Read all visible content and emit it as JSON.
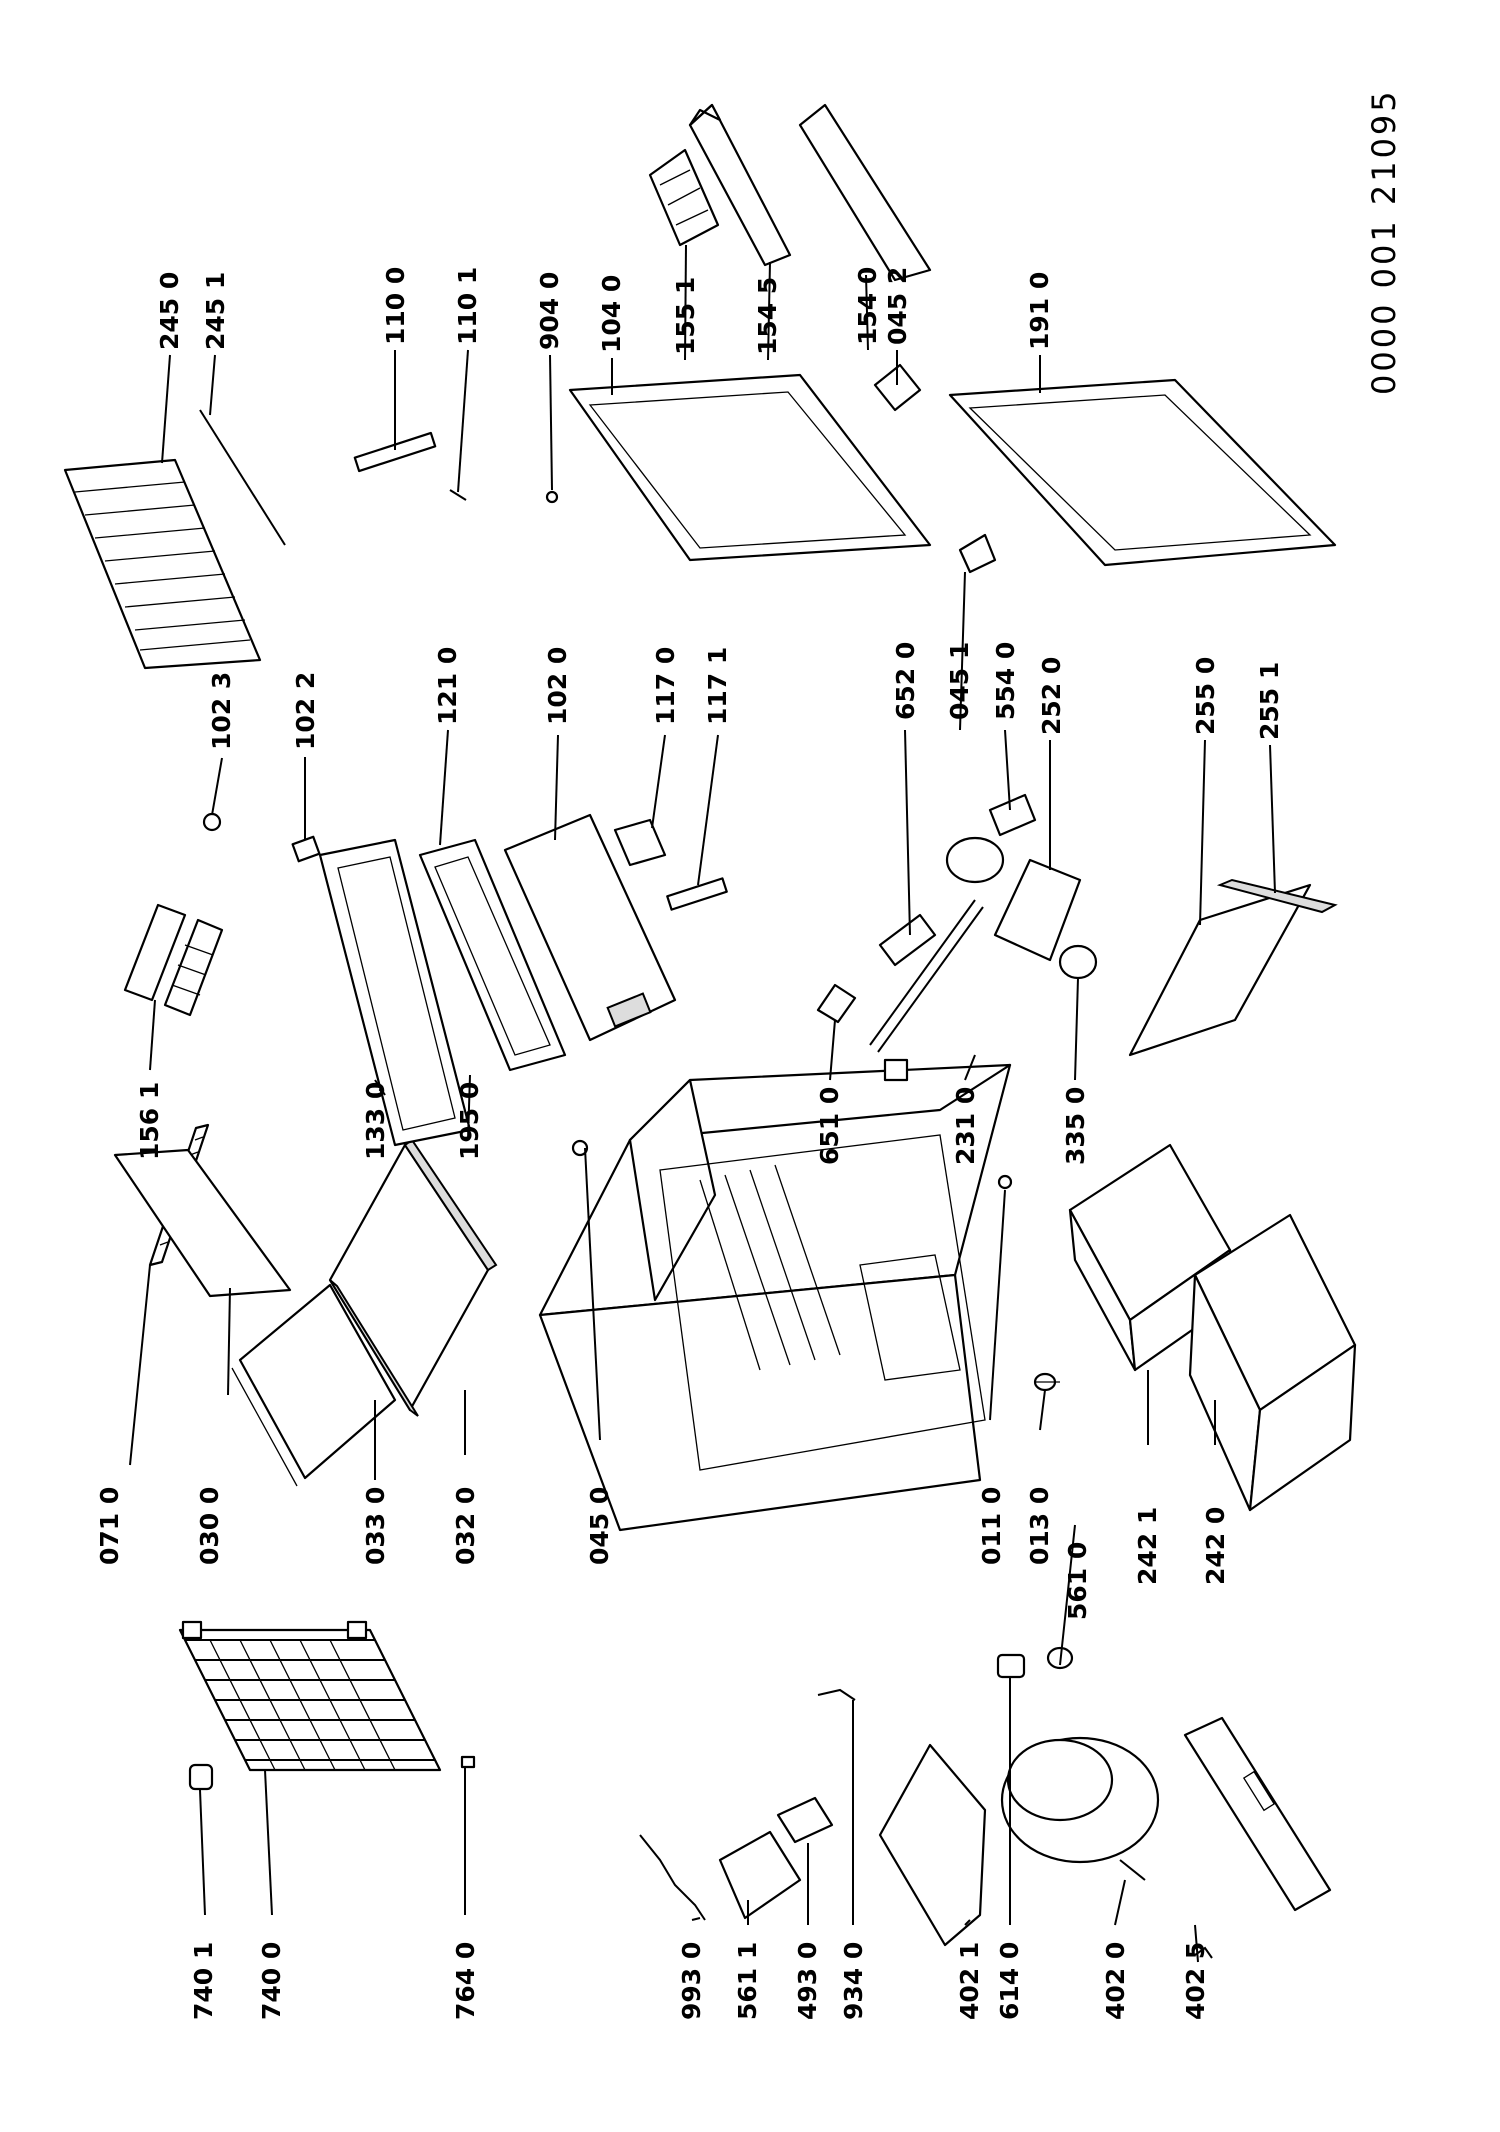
{
  "document_number": "0000 001 21095",
  "part_labels": [
    "071 0",
    "030 0",
    "033 0",
    "032 0",
    "045 0",
    "011 0",
    "013 0",
    "561 0",
    "242 1",
    "242 0",
    "740 1",
    "740 0",
    "764 0",
    "993 0",
    "561 1",
    "493 0",
    "934 0",
    "402 1",
    "614 0",
    "402 0",
    "402 5",
    "156 1",
    "133 0",
    "195 0",
    "121 0",
    "102 0",
    "117 0",
    "117 1",
    "102 3",
    "102 2",
    "651 0",
    "231 0",
    "335 0",
    "652 0",
    "554 0",
    "252 0",
    "045 1",
    "255 0",
    "255 1",
    "245 0",
    "245 1",
    "110 0",
    "110 1",
    "904 0",
    "104 0",
    "155 1",
    "154 5",
    "154 0",
    "045 2",
    "191 0"
  ]
}
